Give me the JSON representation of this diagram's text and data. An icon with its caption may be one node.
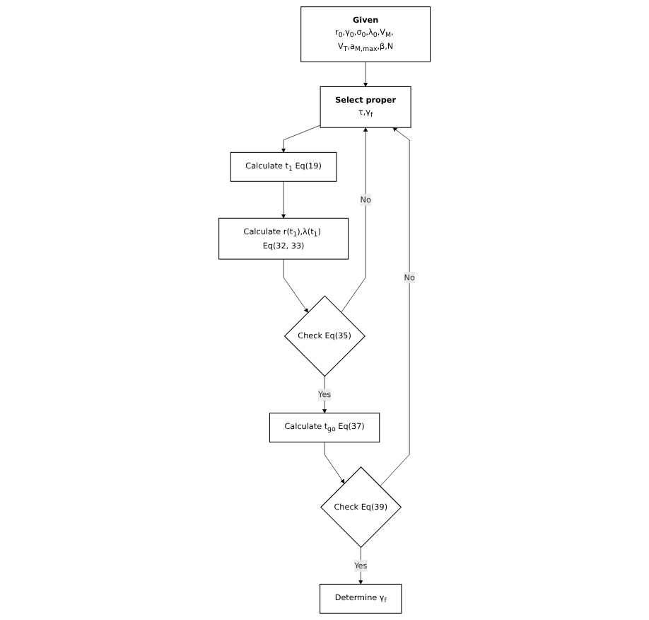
{
  "diagram": {
    "nodes": [
      {
        "text": [
          "Given",
          "r$_{0}$,γ$_{0}$,σ$_{0}$,λ$_{0}$,V$_{M}$, V$_{T}$,a$_{M,max}$,β,N"
        ]
      },
      {
        "text": [
          "Select proper",
          "τ,γ$_{f}$"
        ]
      },
      {
        "text": [
          "Calculate t$_{1}$ Eq(19)"
        ]
      },
      {
        "text": [
          "Calculate r(t$_{1}$),λ(t$_{1}$) Eq(32, 33)"
        ]
      },
      {
        "text": [
          "Check Eq(35)"
        ]
      },
      {
        "text": [
          "Calculate t$_{go}$ Eq(37)"
        ]
      },
      {
        "text": [
          "Check Eq(39)"
        ]
      },
      {
        "text": [
          "Determine γ$_{f}$"
        ]
      }
    ],
    "edges": [
      {
        "from": 0,
        "to": 1,
        "arrow": "to"
      },
      {
        "from": 1,
        "to": 2,
        "arrow": "to"
      },
      {
        "from": 2,
        "to": 3,
        "arrow": "to"
      },
      {
        "from": 3,
        "to": 4,
        "arrow": "to"
      },
      {
        "from": 4,
        "to": 1,
        "arrow": "to",
        "label": "No"
      },
      {
        "from": 4,
        "to": 5,
        "arrow": "to",
        "label": "Yes"
      },
      {
        "from": 5,
        "to": 6,
        "arrow": "to"
      },
      {
        "from": 6,
        "to": 1,
        "arrow": "to",
        "label": "No"
      },
      {
        "from": 6,
        "to": 7,
        "arrow": "to",
        "label": "Yes"
      }
    ]
  }
}
